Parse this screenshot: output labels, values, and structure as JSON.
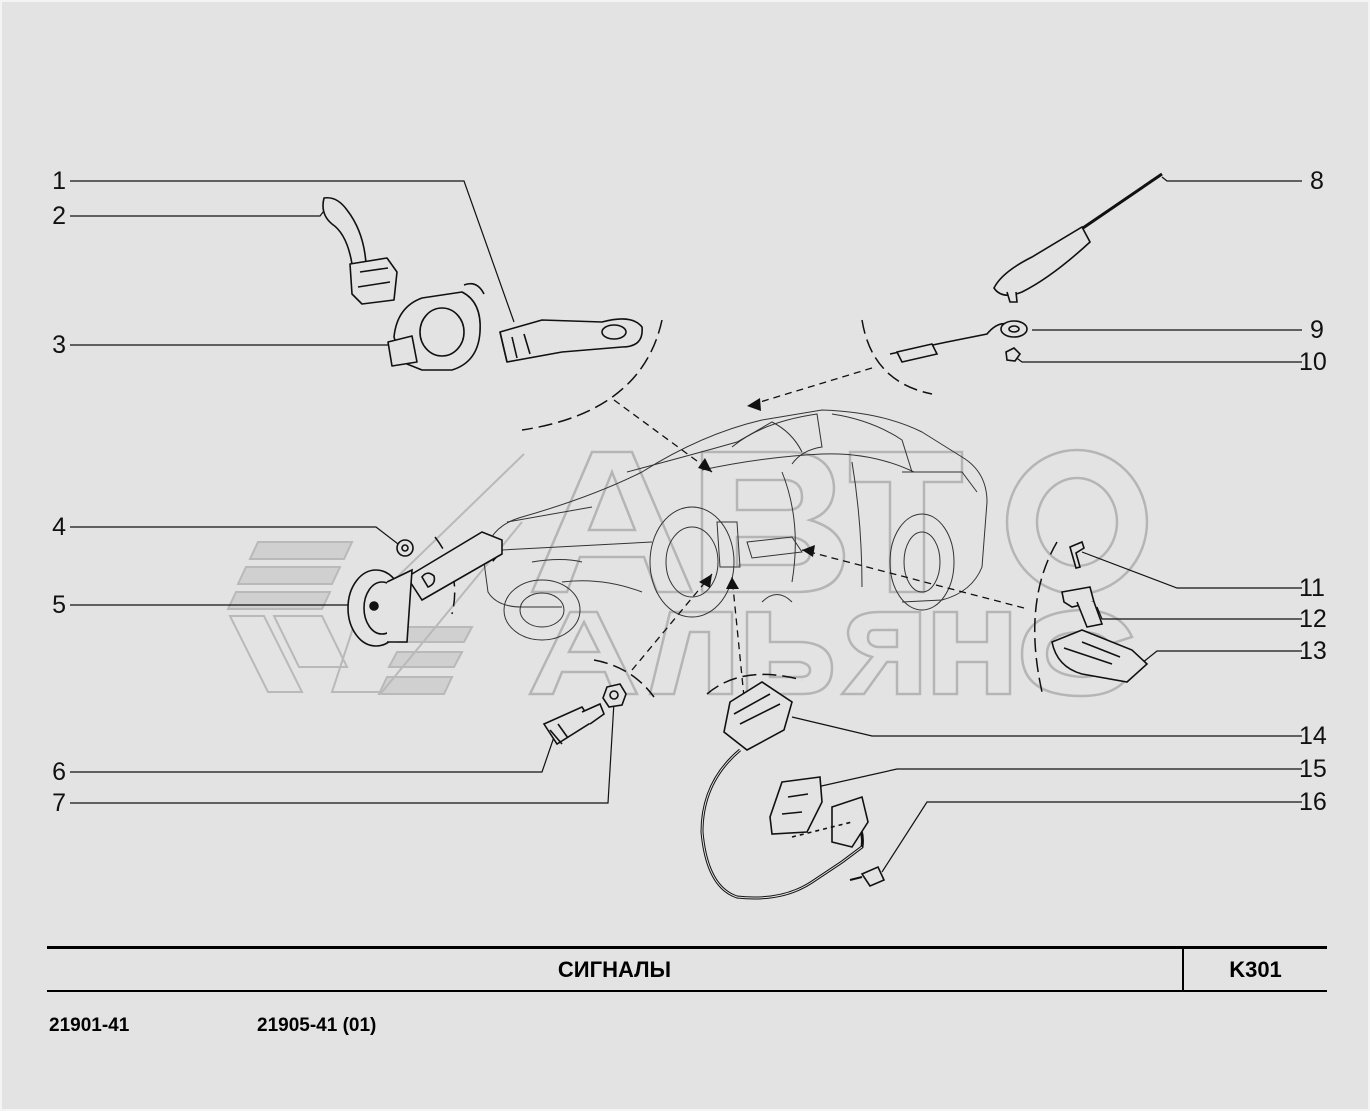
{
  "callouts": {
    "n1": "1",
    "n2": "2",
    "n3": "3",
    "n4": "4",
    "n5": "5",
    "n6": "6",
    "n7": "7",
    "n8": "8",
    "n9": "9",
    "n10": "10",
    "n11": "11",
    "n12": "12",
    "n13": "13",
    "n14": "14",
    "n15": "15",
    "n16": "16"
  },
  "watermark": "АВТО АЛЬЯНС",
  "title_block": {
    "title": "СИГНАЛЫ",
    "code": "K301"
  },
  "models": {
    "left": "21901-41",
    "right": "21905-41 (01)"
  },
  "colors": {
    "background": "#e3e3e3",
    "line": "#222222",
    "watermark": "#bdbdbd"
  }
}
